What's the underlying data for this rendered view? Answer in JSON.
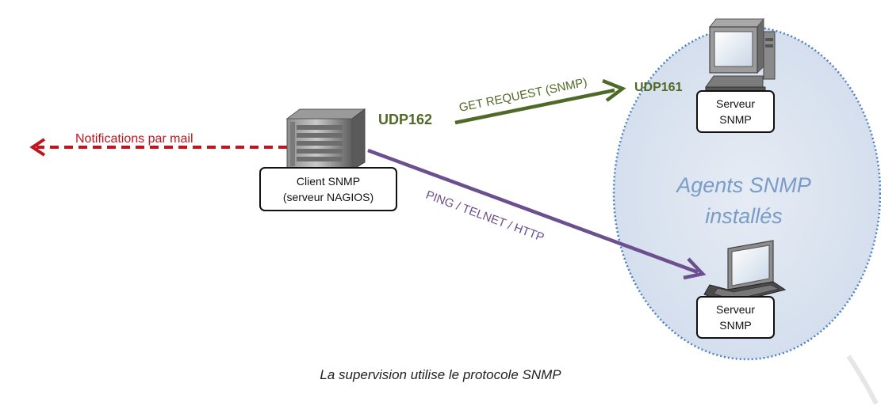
{
  "labels": {
    "notifications": "Notifications par mail",
    "get_request": "GET REQUEST (SNMP)",
    "ping_telnet": "PING / TELNET / HTTP",
    "udp_client": "UDP162",
    "udp_agent": "UDP161",
    "agents_line1": "Agents SNMP",
    "agents_line2": "installés"
  },
  "client": {
    "line1": "Client SNMP",
    "line2": "(serveur NAGIOS)"
  },
  "agent_server": {
    "line1": "Serveur",
    "line2": "SNMP"
  },
  "agent_laptop": {
    "line1": "Serveur",
    "line2": "SNMP"
  },
  "caption": "La supervision utilise le protocole SNMP",
  "icons": [
    "tower-server-icon",
    "desktop-computer-icon",
    "laptop-icon"
  ],
  "colors": {
    "notification_arrow": "#c0141e",
    "snmp_arrow": "#4f6a26",
    "ping_arrow": "#6b4f8e",
    "agents_text": "#7a9cc8",
    "agents_ellipse_fill": "#dbe3f0",
    "agents_ellipse_border": "#4a7fc4"
  }
}
